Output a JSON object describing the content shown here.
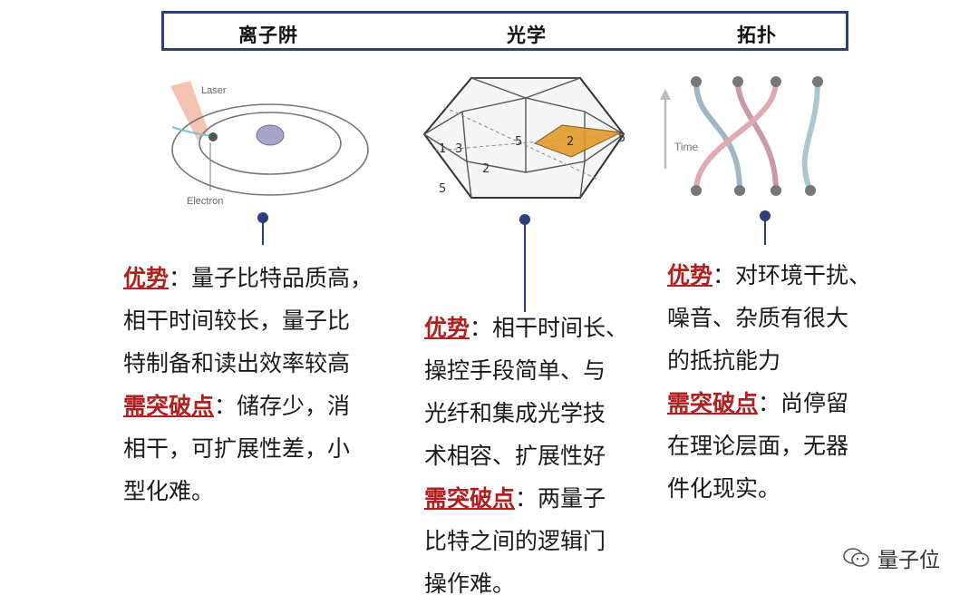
{
  "header": {
    "col1": "离子阱",
    "col2": "光学",
    "col3": "拓扑"
  },
  "ion_figure": {
    "laser_label": "Laser",
    "electron_label": "Electron"
  },
  "optical_figure": {
    "labels": [
      "1",
      "3",
      "2",
      "5",
      "2",
      "5",
      "5"
    ]
  },
  "topo_figure": {
    "time_label": "Time"
  },
  "ion_text": {
    "adv_label": "优势",
    "adv_lines": [
      "：量子比特品质高，",
      "相干时间较长，量子比",
      "特制备和读出效率较高"
    ],
    "brk_label": "需突破点",
    "brk_lines": [
      "：储存少，消",
      "相干，可扩展性差，小",
      "型化难。"
    ]
  },
  "optical_text": {
    "adv_label": "优势",
    "adv_lines": [
      "：相干时间长、",
      "操控手段简单、与",
      "光纤和集成光学技",
      "术相容、扩展性好"
    ],
    "brk_label": "需突破点",
    "brk_lines": [
      "：两量子",
      "比特之间的逻辑门",
      "操作难。"
    ]
  },
  "topo_text": {
    "adv_label": "优势",
    "adv_lines": [
      "：对环境干扰、",
      "噪音、杂质有很大",
      "的抵抗能力"
    ],
    "brk_label": "需突破点",
    "brk_lines": [
      "：尚停留",
      "在理论层面，无器",
      "件化现实。"
    ]
  },
  "watermark": {
    "text": "量子位"
  },
  "colors": {
    "accent_blue": "#2b3f7e",
    "highlight_red": "#b02020"
  }
}
